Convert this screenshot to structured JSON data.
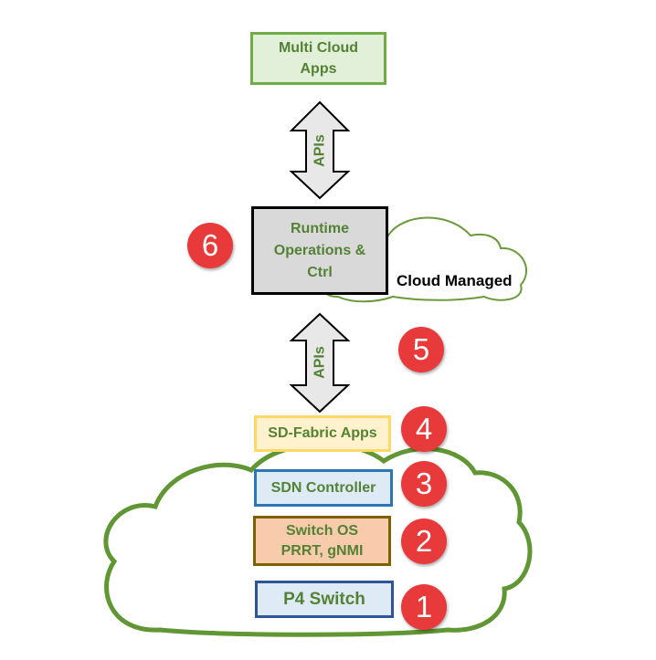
{
  "colors": {
    "green_text": "#548235",
    "green_border": "#70ad47",
    "cloud_green": "#6a9a3a",
    "blue_border": "#2e75b6",
    "gold_border": "#ffd966",
    "brown_border": "#7f6000",
    "badge_red": "#e8393b",
    "arrow_fill": "#e8e8e8",
    "gray_box": "#d9d9d9"
  },
  "boxes": {
    "multi_cloud": "Multi Cloud\nApps",
    "runtime": "Runtime\nOperations &\nCtrl",
    "sd_fabric": "SD-Fabric Apps",
    "sdn_controller": "SDN Controller",
    "switch_os": "Switch OS\nPRRT, gNMI",
    "p4_switch": "P4 Switch"
  },
  "arrows": {
    "top": "APIs",
    "bottom": "APIs"
  },
  "cloud_label": "Cloud Managed",
  "badges": {
    "six": "6",
    "five": "5",
    "four": "4",
    "three": "3",
    "two": "2",
    "one": "1"
  }
}
